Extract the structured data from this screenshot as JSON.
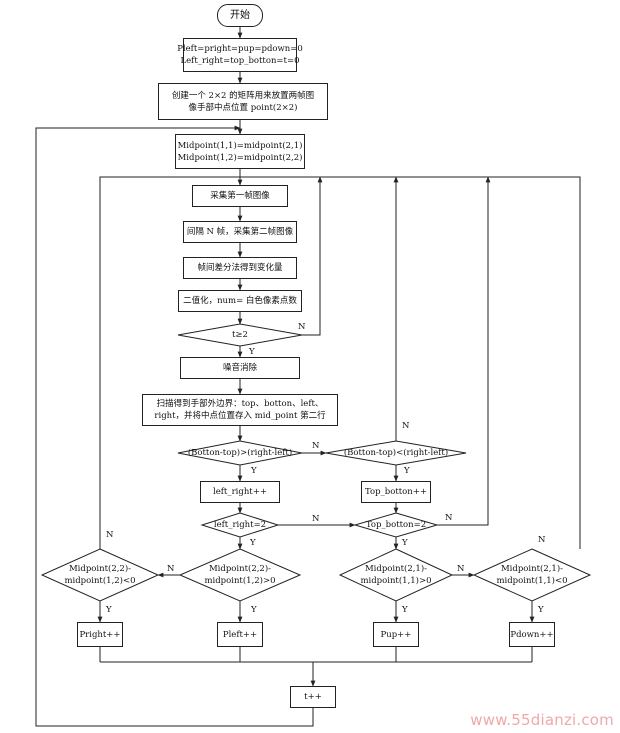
{
  "nodes": {
    "start": "开始",
    "init": [
      "Pleft=pright=pup=pdown=0",
      "Left_right=top_botton=t=0"
    ],
    "create_matrix": [
      "创建一个 2×2 的矩阵用来放置两帧图",
      "像手部中点位置 point(2×2)"
    ],
    "midpoint_copy": [
      "Midpoint(1,1)=midpoint(2,1)",
      "Midpoint(1,2)=midpoint(2,2)"
    ],
    "capture_first": "采集第一帧图像",
    "capture_second": "间隔 N 帧，采集第二帧图像",
    "frame_diff": "帧间差分法得到变化量",
    "binarize": "二值化，num= 白色像素点数",
    "cond_t": "t≥2",
    "denoise": "噪音消除",
    "scan": [
      "扫描得到手部外边界：top、botton、left、",
      "right，并将中点位置存入 mid_point 第二行"
    ],
    "cond_lr": "(Botton-top)>(right-left)",
    "cond_tb": "(Botton-top)<(right-left)",
    "lr_inc": "left_right++",
    "tb_inc": "Top_botton++",
    "cond_lr2": "left_right=2",
    "cond_tb2": "Top_botton=2",
    "cond_pright": [
      "Midpoint(2,2)-",
      "midpoint(1,2)<0"
    ],
    "cond_pleft": [
      "Midpoint(2,2)-",
      "midpoint(1,2)>0"
    ],
    "cond_pup": [
      "Midpoint(2,1)-",
      "midpoint(1,1)>0"
    ],
    "cond_pdown": [
      "Midpoint(2,1)-",
      "midpoint(1,1)<0"
    ],
    "pright": "Pright++",
    "pleft": "Pleft++",
    "pup": "Pup++",
    "pdown": "Pdown++",
    "t_inc": "t++"
  },
  "labels": {
    "yes": "Y",
    "no": "N"
  },
  "watermark": "www.55dianzi.com",
  "colors": {
    "line": "#222222",
    "watermark": "#f0a8a8"
  }
}
